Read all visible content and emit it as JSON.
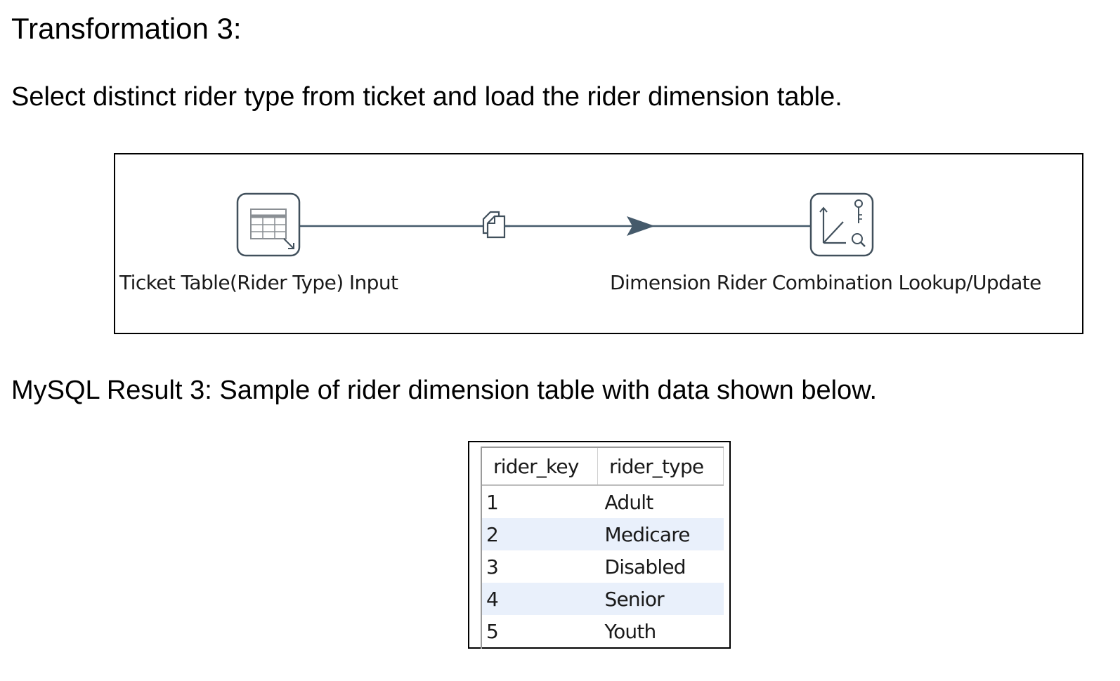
{
  "heading": "Transformation 3:",
  "intro": "Select distinct rider type from ticket and load the rider dimension table.",
  "diagram": {
    "source_step": "Ticket Table(Rider Type) Input",
    "target_step": "Dimension Rider Combination Lookup/Update",
    "icons": {
      "source": "table-input-icon",
      "hop": "copy-rows-icon",
      "arrow": "arrow-right-icon",
      "target": "dimension-lookup-icon"
    },
    "colors": {
      "hop_line": "#455a6b",
      "icon_stroke": "#41505c"
    }
  },
  "result_caption": "MySQL Result 3: Sample of rider dimension table with data shown below.",
  "result_table": {
    "columns": [
      "rider_key",
      "rider_type"
    ],
    "rows": [
      [
        "1",
        "Adult"
      ],
      [
        "2",
        "Medicare"
      ],
      [
        "3",
        "Disabled"
      ],
      [
        "4",
        "Senior"
      ],
      [
        "5",
        "Youth"
      ]
    ],
    "row_highlight_color": "#e9f0fb"
  }
}
